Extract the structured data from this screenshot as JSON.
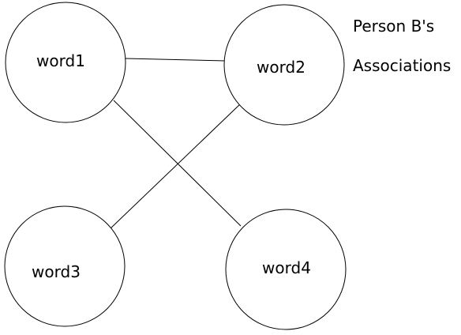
{
  "diagram": {
    "title_lines": [
      "Person B's",
      "Associations"
    ],
    "nodes": [
      {
        "id": "word1",
        "label": "word1"
      },
      {
        "id": "word2",
        "label": "word2"
      },
      {
        "id": "word3",
        "label": "word3"
      },
      {
        "id": "word4",
        "label": "word4"
      }
    ],
    "edges": [
      {
        "from": "word1",
        "to": "word2"
      },
      {
        "from": "word1",
        "to": "word4"
      },
      {
        "from": "word2",
        "to": "word3"
      }
    ],
    "colors": {
      "background": "#ffffff",
      "stroke": "#000000",
      "text": "#000000"
    }
  }
}
